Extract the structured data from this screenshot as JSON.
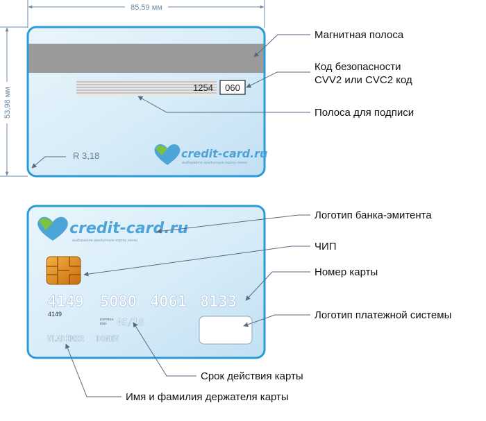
{
  "dimensions": {
    "width": "85,59 мм",
    "height": "53,98 мм",
    "radius": "R 3,18"
  },
  "back_card": {
    "signature_digits": "1254",
    "cvv": "060",
    "brand": "credit-card.ru",
    "tagline": "выбирайте кредитную карту легко"
  },
  "front_card": {
    "brand": "credit-card.ru",
    "tagline": "выбирайте кредитную карту легко",
    "number_groups": [
      "4149",
      "5080",
      "4061",
      "8133"
    ],
    "bin": "4149",
    "expires_label_1": "EXPIRES",
    "expires_label_2": "END",
    "expiry": "05/18",
    "holder_first": "VLADIMIR",
    "holder_last": "DONEV"
  },
  "labels": {
    "magnetic_stripe": "Магнитная полоса",
    "security_code_1": "Код безопасности",
    "security_code_2": "CVV2 или CVC2 код",
    "signature_strip": "Полоса для подписи",
    "issuer_logo": "Логотип банка-эмитента",
    "chip": "ЧИП",
    "card_number": "Номер карты",
    "payment_logo": "Логотип платежной системы",
    "expiry_date": "Срок действия карты",
    "holder_name": "Имя и фамилия держателя карты"
  },
  "colors": {
    "card_border": "#2a9ad8",
    "magnetic_stripe": "#9a9a9a",
    "chip": "#e08a1a",
    "brand_blue": "#4da4d6",
    "brand_green": "#7cc242"
  }
}
